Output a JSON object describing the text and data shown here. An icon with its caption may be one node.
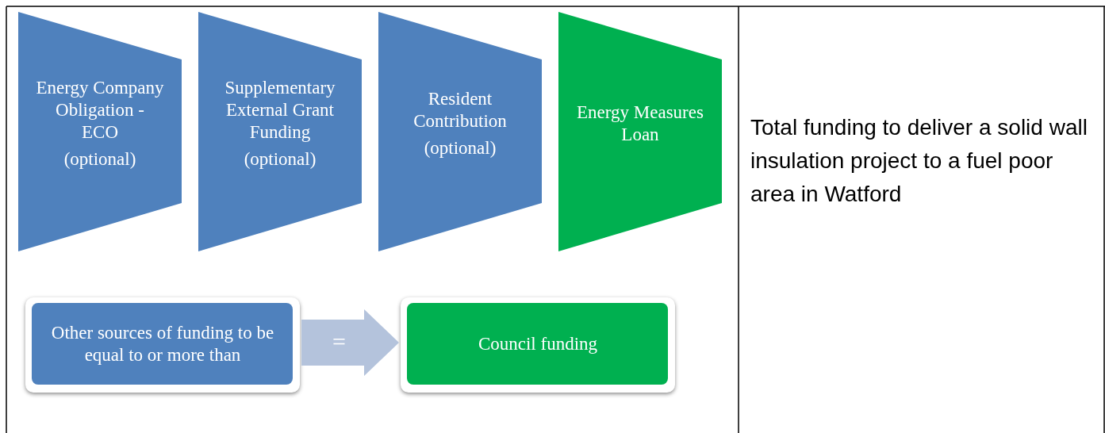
{
  "diagram": {
    "nodes": [
      {
        "text": [
          "Energy Company Obligation - ECO",
          "(optional)"
        ]
      },
      {
        "text": [
          "Supplementary External Grant Funding",
          "(optional)"
        ]
      },
      {
        "text": [
          "Resident Contribution",
          "(optional)"
        ]
      },
      {
        "text": [
          "Energy Measures Loan"
        ]
      },
      {
        "text": [
          "Other sources of funding to be equal to or more than"
        ]
      },
      {
        "text": [
          "Council funding"
        ]
      }
    ],
    "edges": [
      {
        "from": 4,
        "to": 5,
        "arrow": "to",
        "label": "="
      }
    ],
    "labels": [
      "Total funding to deliver a solid wall insulation project to a fuel poor area in Watford"
    ]
  }
}
